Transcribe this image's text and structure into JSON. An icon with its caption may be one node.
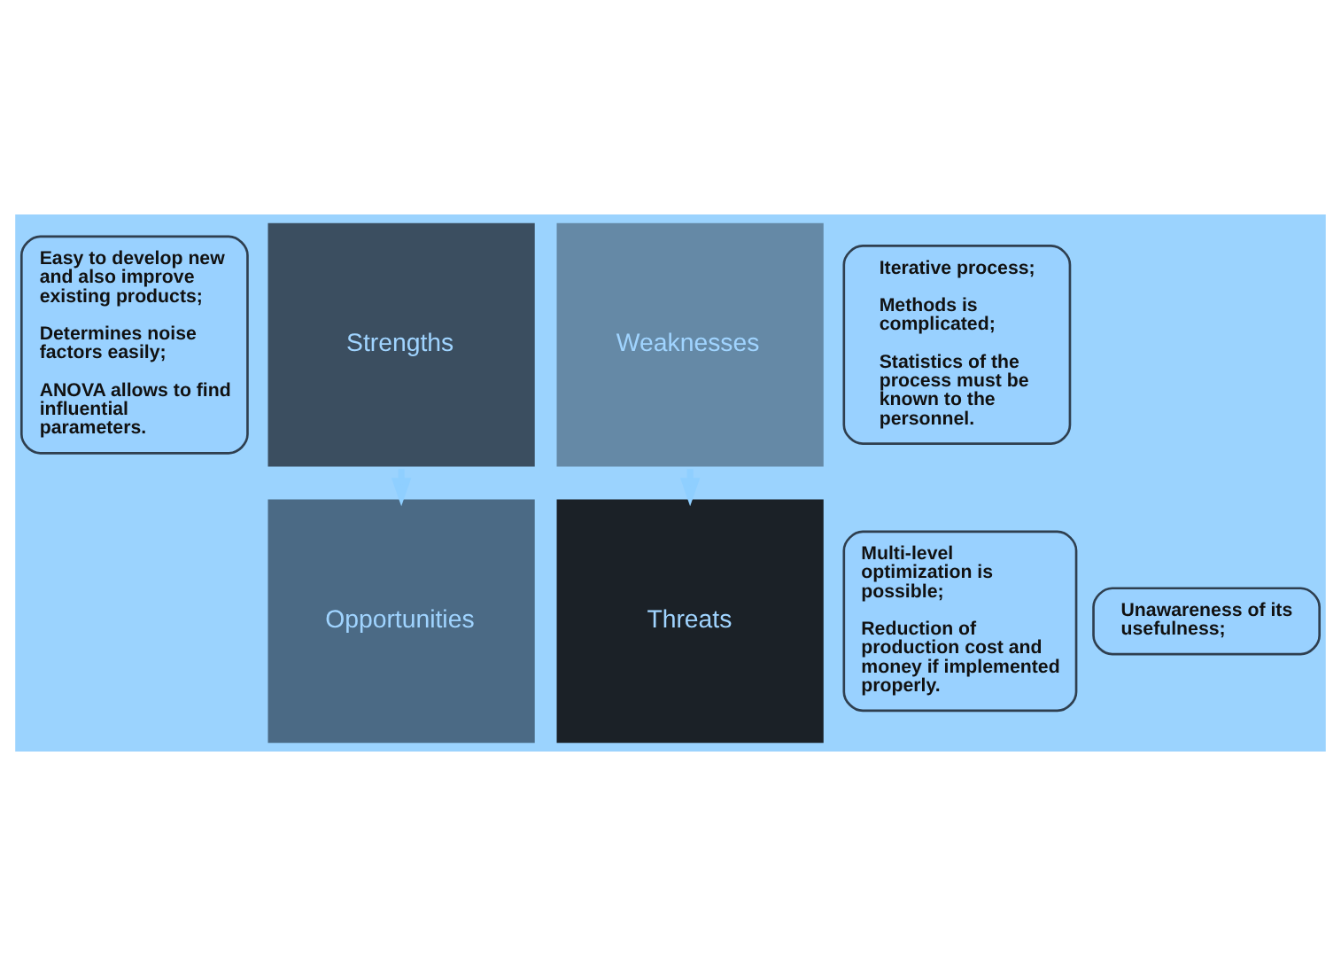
{
  "diagram": {
    "nodes": [
      {
        "text": [
          "Easy to develop new and also improve existing products;",
          "Determines noise factors easily;",
          "ANOVA allows to find influential parameters."
        ]
      },
      {
        "text": [
          "Strengths"
        ]
      },
      {
        "text": [
          "Weaknesses"
        ]
      },
      {
        "text": [
          "Iterative process;",
          "Methods is complicated;",
          "Statistics of the process must be known to the personnel."
        ]
      },
      {
        "text": [
          "Multi-level optimization is possible;",
          "Reduction of production cost and money if implemented properly."
        ]
      },
      {
        "text": [
          "Opportunities"
        ]
      },
      {
        "text": [
          "Threats"
        ]
      },
      {
        "text": [
          "Unawareness of its usefulness;"
        ]
      }
    ],
    "edges": [
      {
        "from": 1,
        "to": 5,
        "arrow": "to"
      },
      {
        "from": 2,
        "to": 6,
        "arrow": "to"
      }
    ]
  }
}
